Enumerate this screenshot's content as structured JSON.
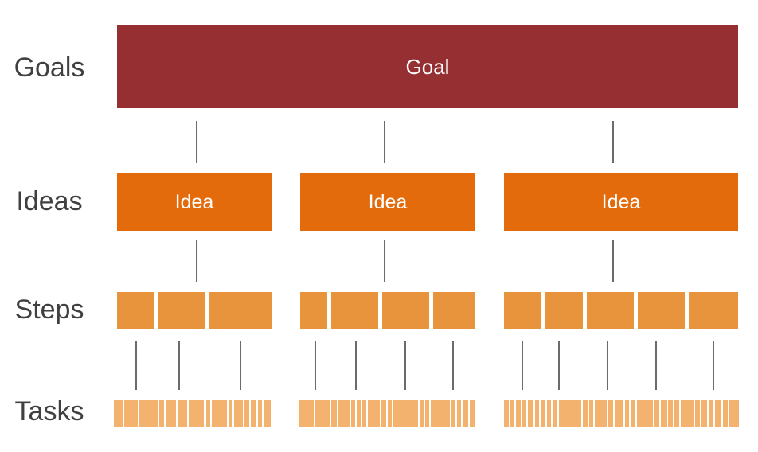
{
  "row_labels": {
    "goals": "Goals",
    "ideas": "Ideas",
    "steps": "Steps",
    "tasks": "Tasks"
  },
  "goal": {
    "label": "Goal"
  },
  "ideas": [
    {
      "label": "Idea"
    },
    {
      "label": "Idea"
    },
    {
      "label": "Idea"
    }
  ],
  "colors": {
    "goal": "#962f32",
    "idea": "#e36b0b",
    "step": "#e8943c",
    "task": "#f4b26f",
    "connector": "#6b6b6b",
    "label_text": "#404040"
  }
}
